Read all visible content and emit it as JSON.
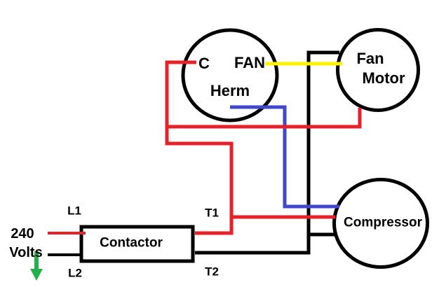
{
  "colors": {
    "background": "#ffffff",
    "wire_red": "#e8202a",
    "wire_black": "#000000",
    "wire_blue": "#3f48cc",
    "wire_yellow": "#fff200",
    "arrow_green": "#22b14c",
    "component_fill": "#ffffff",
    "text": "#000000"
  },
  "source": {
    "voltage": "240",
    "unit": "Volts"
  },
  "contactor": {
    "label": "Contactor",
    "terminal_l1": "L1",
    "terminal_l2": "L2",
    "terminal_t1": "T1",
    "terminal_t2": "T2"
  },
  "capacitor": {
    "terminal_c": "C",
    "terminal_fan": "FAN",
    "terminal_herm": "Herm"
  },
  "fan_motor": {
    "label_line1": "Fan",
    "label_line2": "Motor"
  },
  "compressor": {
    "label": "Compressor"
  }
}
